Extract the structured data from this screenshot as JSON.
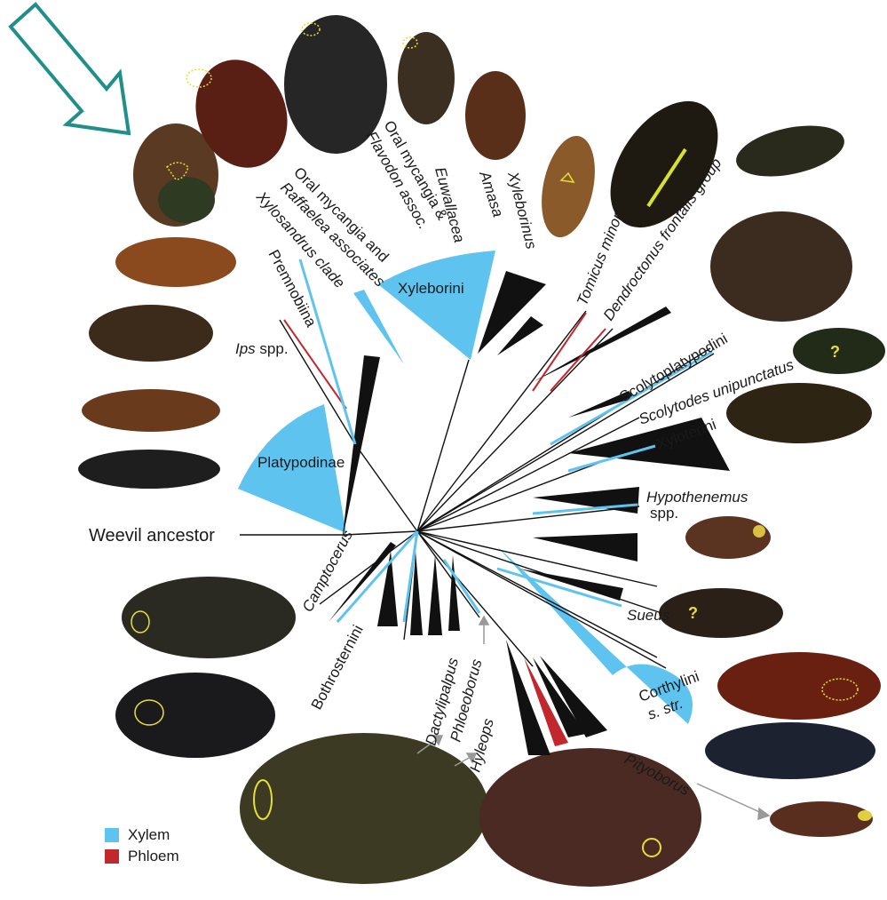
{
  "colors": {
    "xylem": "#5ec4ef",
    "phloem": "#c1272d",
    "branch": "#111111",
    "arrow_outline": "#1f8f8a"
  },
  "labels": {
    "weevil_ancestor": "Weevil ancestor",
    "xyleborini": "Xyleborini",
    "platypodinae": "Platypodinae",
    "oral_mycangia_raffaelea_1": "Oral mycangia and",
    "oral_mycangia_raffaelea_2": "Raffaelea associates",
    "oral_mycangia_flavodon_1": "Oral mycangia &",
    "oral_mycangia_flavodon_2": "Flavodon assoc.",
    "euwallacea": "Euwallacea",
    "amasa": "Amasa",
    "xylebor_inus": "Xyleborinus",
    "xylosandrus": "Xylosandrus clade",
    "premnobiina": "Premnobiina",
    "ips": "Ips",
    "ips_spp": " spp.",
    "tomicus": "Tomicus minor",
    "dendroctonus": "Dendroctonus frontalis group",
    "scolytoplatypodini": "Scolytoplatypodini",
    "scolytodes": "Scolytodes unipunctatus",
    "xyloterini": "Xyloterini",
    "hypothenemus": "Hypothenemus",
    "hypothenemus_spp": "spp.",
    "sueus": "Sueus",
    "corthylini_1": "Corthylini",
    "corthylini_2": "s. str.",
    "pityoborus": "Pityoborus",
    "camptocerus": "Camptocerus",
    "bothrosternini": "Bothrosternini",
    "dactylipalpus": "Dactylipalpus",
    "phloeoborus": "Phloeoborus",
    "hyleops": "Hyleops"
  },
  "legend": [
    {
      "label": "Xylem",
      "color": "#5ec4ef"
    },
    {
      "label": "Phloem",
      "color": "#c1272d"
    }
  ],
  "photo_annotations": [
    {
      "mark": "?"
    },
    {
      "mark": "?"
    }
  ]
}
